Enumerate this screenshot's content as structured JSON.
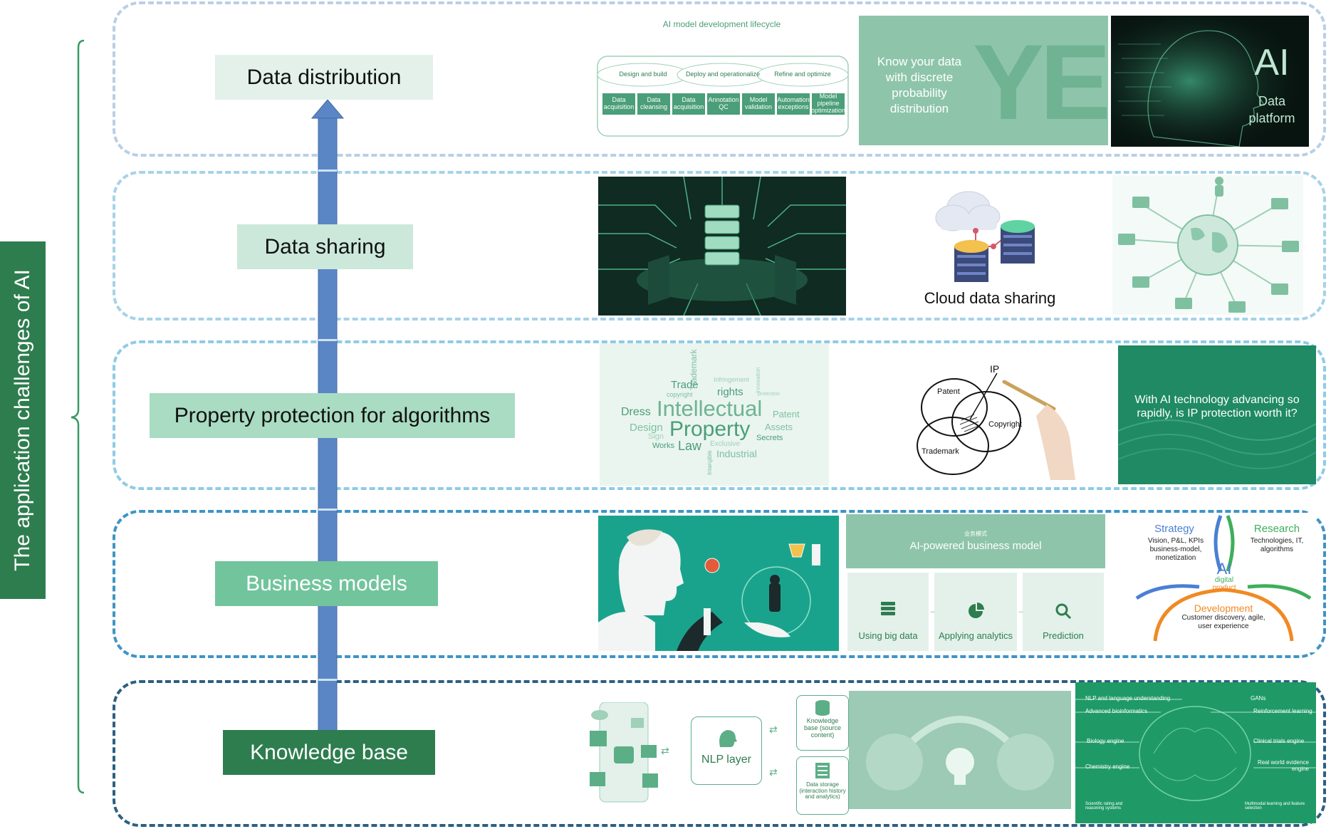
{
  "side_label": "The application challenges of AI",
  "categories": [
    {
      "label": "Data distribution"
    },
    {
      "label": "Data sharing"
    },
    {
      "label": "Property protection for algorithms"
    },
    {
      "label": "Business models"
    },
    {
      "label": "Knowledge base"
    }
  ],
  "colors": {
    "frame_1": "#b9cfe6",
    "frame_2": "#a7d2e8",
    "frame_3": "#8fcbe6",
    "frame_4": "#3f94c4",
    "frame_5": "#2c5f82",
    "cat_1": "#e3f1ea",
    "cat_2": "#cce8da",
    "cat_3": "#a9dcc2",
    "cat_4": "#72c49c",
    "cat_5": "#2e7d4f",
    "arrow": "#5b86c5",
    "side_label_bg": "#2e7d4f",
    "panel_green": "#8ec5aa",
    "panel_dark": "#1f8a74"
  },
  "row1": {
    "lifecycle": {
      "title": "AI model development lifecycle",
      "stages": [
        "Design and build",
        "Deploy and operationalize",
        "Refine and optimize"
      ],
      "boxes": [
        "Data acquisition",
        "Data cleansing",
        "Data acquisition",
        "Annotation QC",
        "Model validation",
        "Automation exceptions",
        "Model pipeline optimization"
      ]
    },
    "yes_panel": {
      "text": "Know your data with discrete probability distribution",
      "big_word": "YES"
    },
    "ai_platform": {
      "big": "AI",
      "sub": "Data platform"
    }
  },
  "row2": {
    "cloud_caption": "Cloud data sharing",
    "circuit_icon": "server-circuit-icon",
    "cloud_icon": "cloud-server-icon",
    "globe_icon": "globe-network-icon"
  },
  "row3": {
    "wordcloud": {
      "big": [
        "Intellectual",
        "Property"
      ],
      "small": [
        "Trade",
        "copyright",
        "rights",
        "Trademark",
        "Infringement",
        "innovation",
        "protection",
        "Dress",
        "Patent",
        "Design",
        "Assets",
        "Sign",
        "Secrets",
        "Works",
        "Law",
        "Exclusive",
        "Industrial",
        "Intangible"
      ]
    },
    "venn": {
      "ip": "IP",
      "patent": "Patent",
      "copyright": "Copyright",
      "trademark": "Trademark"
    },
    "question": "With AI technology advancing so rapidly, is IP protection worth it?"
  },
  "row4": {
    "business_model": {
      "tag": "业务模式",
      "title": "AI-powered business model",
      "steps": [
        {
          "label": "Using big data",
          "icon": "database-icon"
        },
        {
          "label": "Applying analytics",
          "icon": "pie-chart-icon"
        },
        {
          "label": "Prediction",
          "icon": "magnifier-icon"
        }
      ]
    },
    "digital_product": {
      "strategy": {
        "title": "Strategy",
        "text": "Vision, P&L, KPIs business-model, monetization"
      },
      "research": {
        "title": "Research",
        "text": "Technologies, IT, algorithms"
      },
      "center": {
        "ai": "AI",
        "line1": "digital",
        "line2": "product"
      },
      "development": {
        "title": "Development",
        "text": "Customer discovery, agile, user experience"
      }
    }
  },
  "row5": {
    "nlp_layer": "NLP layer",
    "knowledge_base": "Knowledge base (source content)",
    "data_storage": "Data storage (interaction history and analytics)",
    "brain_labels": {
      "nlp": "NLP and language understanding",
      "gans": "GANs",
      "bioinformatics": "Advanced bioinformatics",
      "reinforcement": "Reinforcement learning",
      "biology": "Biology engine",
      "clinical": "Clinical trials engine",
      "chemistry": "Chemistry engine",
      "realworld": "Real world evidence engine",
      "scientific": "Scientific rating and reasoning systems",
      "multimodal": "Multimodal learning and feature selection"
    }
  }
}
